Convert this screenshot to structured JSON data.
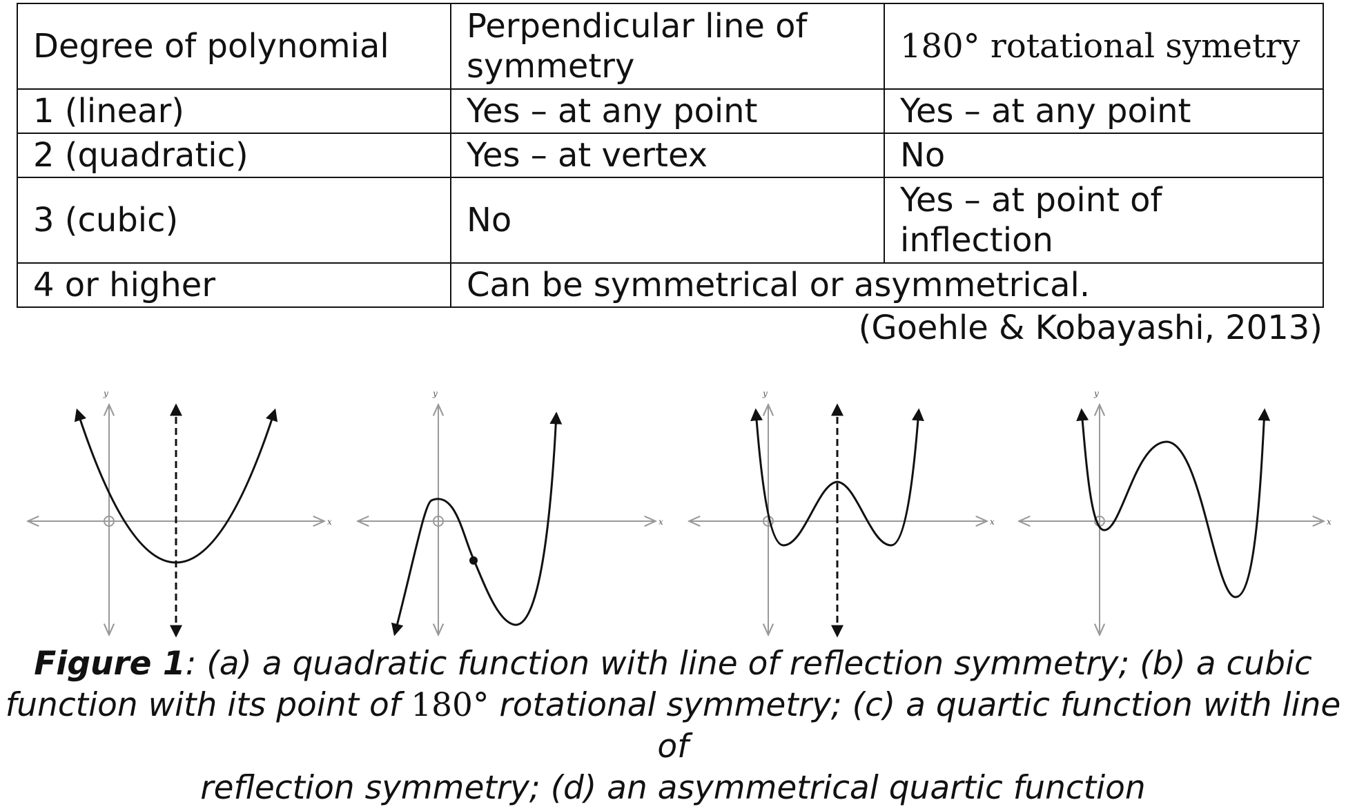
{
  "table": {
    "headers": [
      "Degree of polynomial",
      "Perpendicular line of symmetry",
      "180° rotational symetry"
    ],
    "rows": [
      [
        "1 (linear)",
        "Yes – at any point",
        "Yes – at any point"
      ],
      [
        "2 (quadratic)",
        "Yes – at vertex",
        "No"
      ],
      [
        "3 (cubic)",
        "No",
        "Yes – at point of inflection"
      ],
      [
        "4 or higher",
        "Can be symmetrical or asymmetrical."
      ]
    ]
  },
  "citation": "(Goehle & Kobayashi, 2013)",
  "figures": [
    {
      "y_label": "y",
      "x_label": "x"
    },
    {
      "y_label": "y",
      "x_label": "x"
    },
    {
      "y_label": "y",
      "x_label": "x"
    },
    {
      "y_label": "y",
      "x_label": "x"
    }
  ],
  "caption": {
    "label": "Figure 1",
    "line1": ": (a) a quadratic function with line of reflection symmetry; (b) a cubic",
    "line2_a": "function with its point of ",
    "line2_deg": "180°",
    "line2_b": " rotational symmetry; (c) a quartic function with line of",
    "line3": "reflection symmetry; (d) an asymmetrical quartic function"
  },
  "colors": {
    "curve": "#111111",
    "axis": "#999999",
    "border": "#111111"
  }
}
